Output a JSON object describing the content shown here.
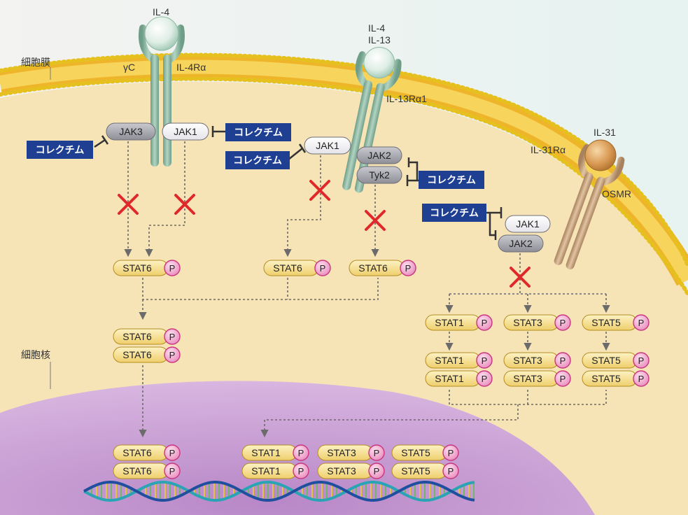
{
  "labels": {
    "cell_membrane": "細胞膜",
    "cell_nucleus": "細胞核",
    "ligand_il4": "IL-4",
    "ligand_il4_il13_a": "IL-4",
    "ligand_il4_il13_b": "IL-13",
    "ligand_il31": "IL-31",
    "gamma_c": "γC",
    "il4r_alpha": "IL-4Rα",
    "il13r_alpha1": "IL-13Rα1",
    "il31r_alpha": "IL-31Rα",
    "osmr": "OSMR"
  },
  "kinases": {
    "jak3": "JAK3",
    "jak1_a": "JAK1",
    "jak1_b": "JAK1",
    "jak2_a": "JAK2",
    "tyk2": "Tyk2",
    "jak1_c": "JAK1",
    "jak2_b": "JAK2"
  },
  "inhibitor": "コレクチム",
  "phospho": "P",
  "stats": {
    "stat6": "STAT6",
    "stat1": "STAT1",
    "stat3": "STAT3",
    "stat5": "STAT5"
  },
  "colors": {
    "membrane": "#f0b81e",
    "membrane_head": "#e9c820",
    "cytoplasm": "#f7e7c0",
    "nucleus": "#c89fd2",
    "receptor_green": "#8fb9a3",
    "receptor_tan": "#c9a07c",
    "inhibitor_bg": "#1f3f93",
    "block_x": "#e0282b",
    "stat_fill": "#f7e39a",
    "phospho_fill": "#f2a5cc",
    "dna_teal": "#2aa4b4",
    "dna_blue": "#214f9f"
  }
}
